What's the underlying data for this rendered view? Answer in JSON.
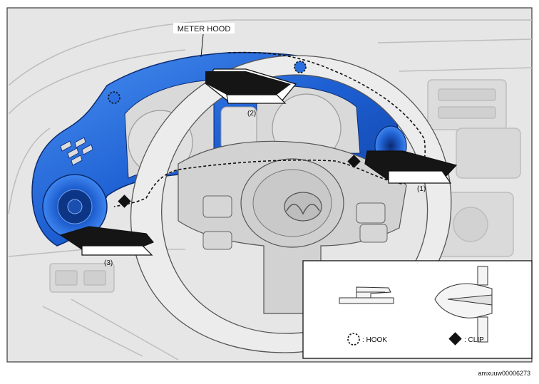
{
  "labels": {
    "meter_hood": "METER HOOD",
    "step1": "(1)",
    "step2": "(2)",
    "step3": "(3)"
  },
  "legend": {
    "hook": ": HOOK",
    "clip": ": CLIP"
  },
  "image_code": "amxuuw00006273",
  "colors": {
    "hood_blue": "#1f5fd0",
    "hood_light": "#3f86f0",
    "outline": "#2a2a2a",
    "arrow": "#151515",
    "background": "#e4e4e4"
  },
  "icons": [
    "hook-icon",
    "clip-icon",
    "pull-arrow-icon"
  ]
}
